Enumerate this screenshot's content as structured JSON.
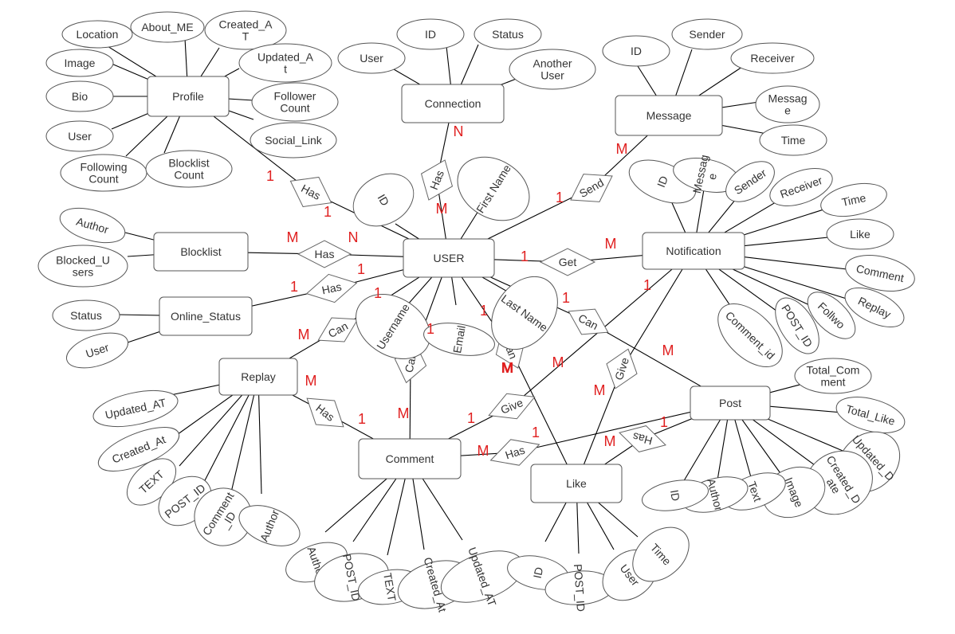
{
  "entities": [
    {
      "id": "profile",
      "name": "Profile"
    },
    {
      "id": "connection",
      "name": "Connection"
    },
    {
      "id": "message",
      "name": "Message"
    },
    {
      "id": "blocklist",
      "name": "Blocklist"
    },
    {
      "id": "user",
      "name": "USER"
    },
    {
      "id": "notification",
      "name": "Notification"
    },
    {
      "id": "online_status",
      "name": "Online_Status"
    },
    {
      "id": "replay",
      "name": "Replay"
    },
    {
      "id": "post",
      "name": "Post"
    },
    {
      "id": "comment",
      "name": "Comment"
    },
    {
      "id": "like",
      "name": "Like"
    }
  ],
  "relationships": [
    {
      "id": "profile_has",
      "name": "Has"
    },
    {
      "id": "connection_has",
      "name": "Has"
    },
    {
      "id": "send",
      "name": "Send"
    },
    {
      "id": "blocklist_has",
      "name": "Has"
    },
    {
      "id": "get",
      "name": "Get"
    },
    {
      "id": "status_has",
      "name": "Has"
    },
    {
      "id": "replay_can",
      "name": "Can"
    },
    {
      "id": "comment_can",
      "name": "Can"
    },
    {
      "id": "like_can",
      "name": "Can"
    },
    {
      "id": "post_can",
      "name": "Can"
    },
    {
      "id": "like_give_notif",
      "name": "Give"
    },
    {
      "id": "replay_has",
      "name": "Has"
    },
    {
      "id": "comment_give",
      "name": "Give"
    },
    {
      "id": "post_has_comment",
      "name": "Has"
    },
    {
      "id": "post_has_like",
      "name": "Has"
    }
  ],
  "attributes": [
    {
      "id": "p_location",
      "lines": [
        "Location"
      ]
    },
    {
      "id": "p_about",
      "lines": [
        "About_ME"
      ]
    },
    {
      "id": "p_created",
      "lines": [
        "Created_A",
        "T"
      ]
    },
    {
      "id": "p_image",
      "lines": [
        "Image"
      ]
    },
    {
      "id": "p_updated",
      "lines": [
        "Updated_A",
        "t"
      ]
    },
    {
      "id": "p_bio",
      "lines": [
        "Bio"
      ]
    },
    {
      "id": "p_follower",
      "lines": [
        "Follower",
        "Count"
      ]
    },
    {
      "id": "p_user",
      "lines": [
        "User"
      ]
    },
    {
      "id": "p_social",
      "lines": [
        "Social_Link"
      ]
    },
    {
      "id": "p_following",
      "lines": [
        "Following",
        "Count"
      ]
    },
    {
      "id": "p_blockcount",
      "lines": [
        "Blocklist",
        "Count"
      ]
    },
    {
      "id": "c_user",
      "lines": [
        "User"
      ]
    },
    {
      "id": "c_id",
      "lines": [
        "ID"
      ]
    },
    {
      "id": "c_status",
      "lines": [
        "Status"
      ]
    },
    {
      "id": "c_another",
      "lines": [
        "Another",
        "User"
      ]
    },
    {
      "id": "m_id",
      "lines": [
        "ID"
      ]
    },
    {
      "id": "m_sender",
      "lines": [
        "Sender"
      ]
    },
    {
      "id": "m_receiver",
      "lines": [
        "Receiver"
      ]
    },
    {
      "id": "m_message",
      "lines": [
        "Messag",
        "e"
      ]
    },
    {
      "id": "m_time",
      "lines": [
        "Time"
      ]
    },
    {
      "id": "u_id",
      "lines": [
        "ID"
      ]
    },
    {
      "id": "u_first",
      "lines": [
        "First Name"
      ]
    },
    {
      "id": "u_username",
      "lines": [
        "Username"
      ]
    },
    {
      "id": "u_email",
      "lines": [
        "Email"
      ]
    },
    {
      "id": "u_last",
      "lines": [
        "Last Name"
      ]
    },
    {
      "id": "b_author",
      "lines": [
        "Author"
      ]
    },
    {
      "id": "b_blocked",
      "lines": [
        "Blocked_U",
        "sers"
      ]
    },
    {
      "id": "o_status",
      "lines": [
        "Status"
      ]
    },
    {
      "id": "o_user",
      "lines": [
        "User"
      ]
    },
    {
      "id": "n_id",
      "lines": [
        "ID"
      ]
    },
    {
      "id": "n_message",
      "lines": [
        "Messag",
        "e"
      ]
    },
    {
      "id": "n_sender",
      "lines": [
        "Sender"
      ]
    },
    {
      "id": "n_receiver",
      "lines": [
        "Receiver"
      ]
    },
    {
      "id": "n_time",
      "lines": [
        "Time"
      ]
    },
    {
      "id": "n_like",
      "lines": [
        "Like"
      ]
    },
    {
      "id": "n_comment",
      "lines": [
        "Comment"
      ]
    },
    {
      "id": "n_replay",
      "lines": [
        "Replay"
      ]
    },
    {
      "id": "n_follow",
      "lines": [
        "Follwo"
      ]
    },
    {
      "id": "n_postid",
      "lines": [
        "POST_ID"
      ]
    },
    {
      "id": "n_commentid",
      "lines": [
        "Comment_id"
      ]
    },
    {
      "id": "r_updated",
      "lines": [
        "Updated_AT"
      ]
    },
    {
      "id": "r_created",
      "lines": [
        "Created_At"
      ]
    },
    {
      "id": "r_text",
      "lines": [
        "TEXT"
      ]
    },
    {
      "id": "r_postid",
      "lines": [
        "POST_ID"
      ]
    },
    {
      "id": "r_commentid",
      "lines": [
        "Comment",
        "_ID"
      ]
    },
    {
      "id": "r_author",
      "lines": [
        "Author"
      ]
    },
    {
      "id": "po_totalcomment",
      "lines": [
        "Total_Com",
        "ment"
      ]
    },
    {
      "id": "po_totallike",
      "lines": [
        "Total_Like"
      ]
    },
    {
      "id": "po_updated",
      "lines": [
        "Updated_D",
        "ate"
      ]
    },
    {
      "id": "po_created",
      "lines": [
        "Created_D",
        "ate"
      ]
    },
    {
      "id": "po_image",
      "lines": [
        "Image"
      ]
    },
    {
      "id": "po_text",
      "lines": [
        "Text"
      ]
    },
    {
      "id": "po_author",
      "lines": [
        "Author"
      ]
    },
    {
      "id": "po_id",
      "lines": [
        "ID"
      ]
    },
    {
      "id": "co_author",
      "lines": [
        "Author"
      ]
    },
    {
      "id": "co_postid",
      "lines": [
        "POST_ID"
      ]
    },
    {
      "id": "co_text",
      "lines": [
        "TEXT"
      ]
    },
    {
      "id": "co_created",
      "lines": [
        "Created_At"
      ]
    },
    {
      "id": "co_updated",
      "lines": [
        "Updated_AT"
      ]
    },
    {
      "id": "l_id",
      "lines": [
        "ID"
      ]
    },
    {
      "id": "l_postid",
      "lines": [
        "POST_ID"
      ]
    },
    {
      "id": "l_user",
      "lines": [
        "User"
      ]
    },
    {
      "id": "l_time",
      "lines": [
        "Time"
      ]
    }
  ],
  "cardinalities": [
    {
      "id": "k1",
      "text": "1"
    },
    {
      "id": "k2",
      "text": "1"
    },
    {
      "id": "k3",
      "text": "N"
    },
    {
      "id": "k4",
      "text": "M"
    },
    {
      "id": "k5",
      "text": "1"
    },
    {
      "id": "k6",
      "text": "M"
    },
    {
      "id": "k7",
      "text": "M"
    },
    {
      "id": "k8",
      "text": "N"
    },
    {
      "id": "k9",
      "text": "1"
    },
    {
      "id": "k10",
      "text": "M"
    },
    {
      "id": "k11",
      "text": "1"
    },
    {
      "id": "k12",
      "text": "1"
    },
    {
      "id": "k13",
      "text": "1"
    },
    {
      "id": "k14",
      "text": "M"
    },
    {
      "id": "k15",
      "text": "1"
    },
    {
      "id": "k16",
      "text": "1"
    },
    {
      "id": "k17",
      "text": "1"
    },
    {
      "id": "k18",
      "text": "M"
    },
    {
      "id": "k19",
      "text": "1"
    },
    {
      "id": "k20",
      "text": "M"
    },
    {
      "id": "k21",
      "text": "M"
    },
    {
      "id": "k22",
      "text": "M"
    },
    {
      "id": "k23",
      "text": "M"
    },
    {
      "id": "k24",
      "text": "1"
    },
    {
      "id": "k25",
      "text": "M"
    },
    {
      "id": "k26",
      "text": "1"
    },
    {
      "id": "k27",
      "text": "1"
    },
    {
      "id": "k28",
      "text": "M"
    },
    {
      "id": "k29",
      "text": "M"
    },
    {
      "id": "k30",
      "text": "1"
    },
    {
      "id": "k31",
      "text": "M"
    }
  ],
  "colors": {
    "cardinality": "#e02020",
    "stroke": "#000000",
    "shape_fill": "#ffffff"
  }
}
